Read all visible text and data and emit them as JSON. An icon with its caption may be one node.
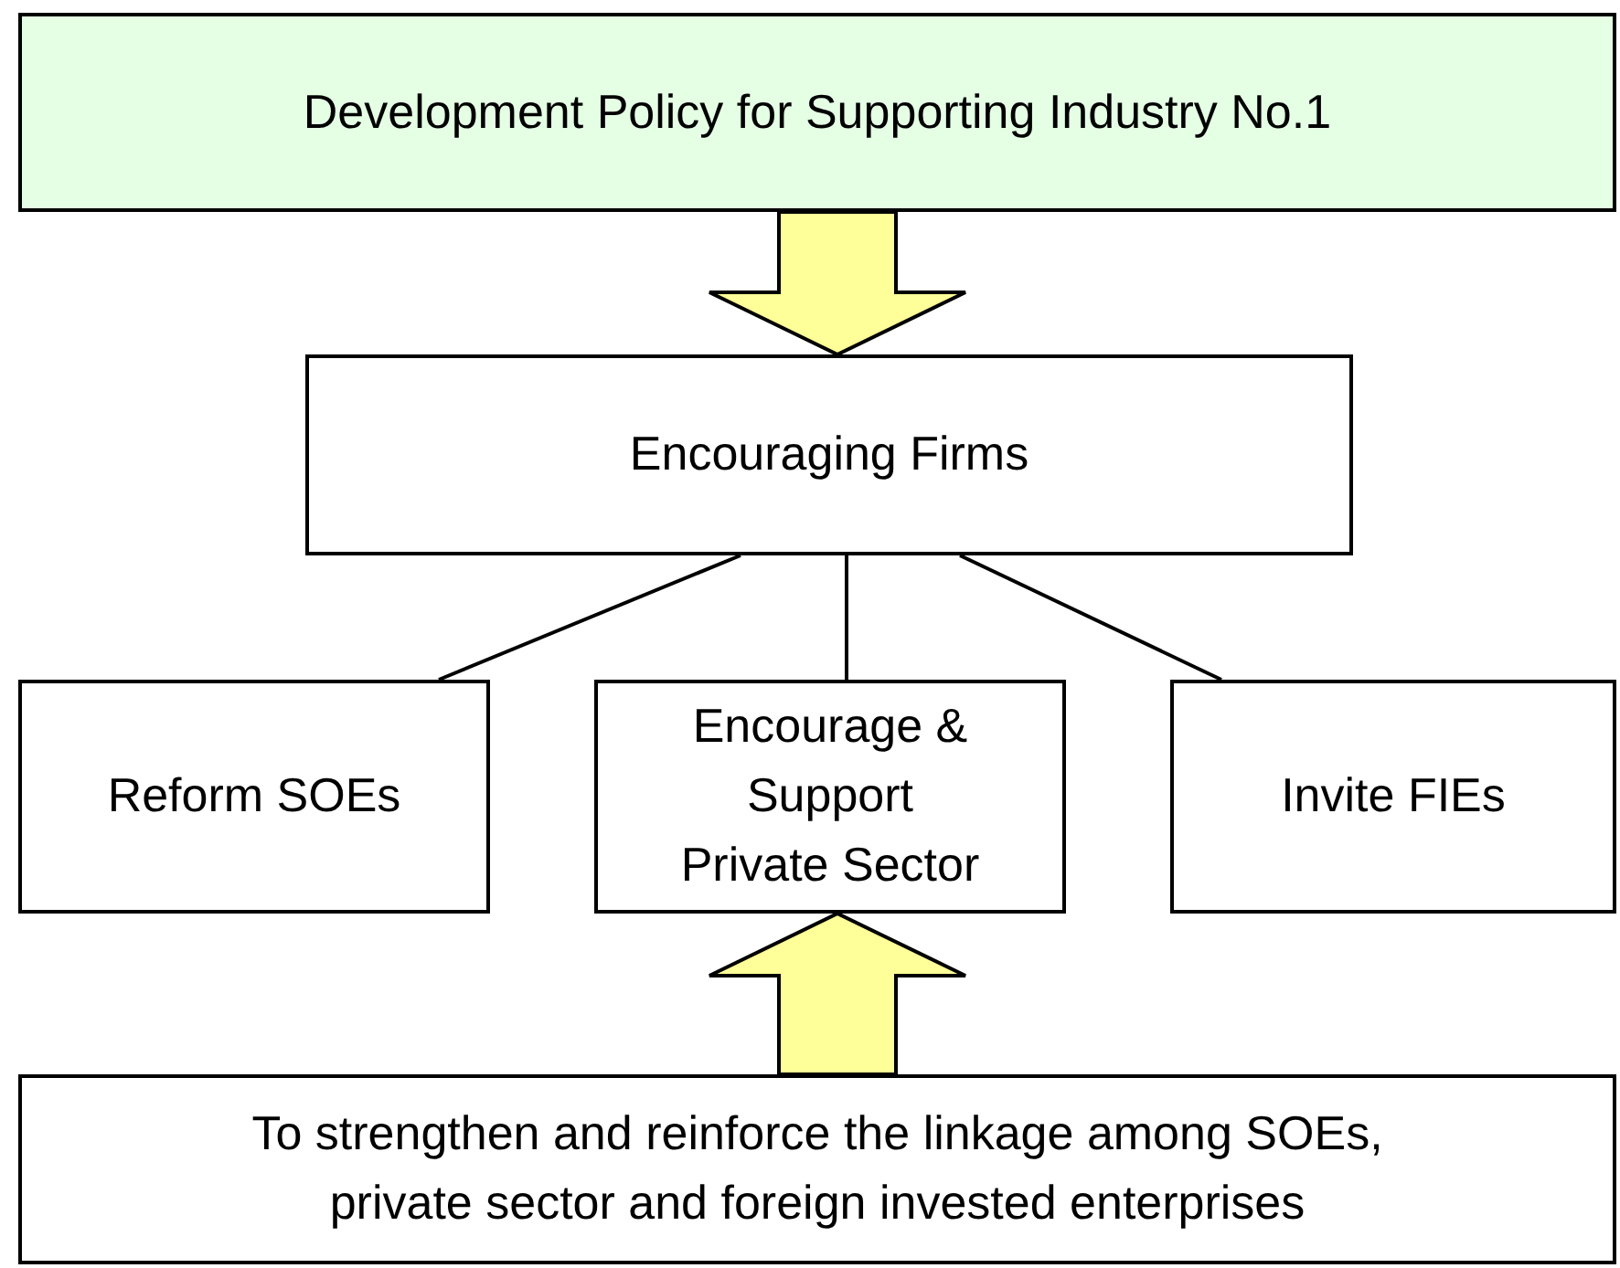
{
  "diagram": {
    "nodes": [
      {
        "text": [
          "Development Policy for Supporting Industry No.1"
        ]
      },
      {
        "text": [
          "Encouraging Firms"
        ]
      },
      {
        "text": [
          "Reform SOEs"
        ]
      },
      {
        "text": [
          "Encourage & Support Private Sector"
        ]
      },
      {
        "text": [
          "Invite FIEs"
        ]
      },
      {
        "text": [
          "To strengthen and reinforce the linkage among SOEs, private sector and foreign invested enterprises"
        ]
      }
    ],
    "edges": [
      {
        "from": 0,
        "to": 1,
        "arrow": "to",
        "style": "thick",
        "color": "#ffff99"
      },
      {
        "from": 1,
        "to": 2,
        "arrow": "none"
      },
      {
        "from": 1,
        "to": 3,
        "arrow": "none"
      },
      {
        "from": 1,
        "to": 4,
        "arrow": "none"
      },
      {
        "from": 5,
        "to": 3,
        "arrow": "to",
        "style": "thick",
        "color": "#ffff99"
      }
    ]
  }
}
